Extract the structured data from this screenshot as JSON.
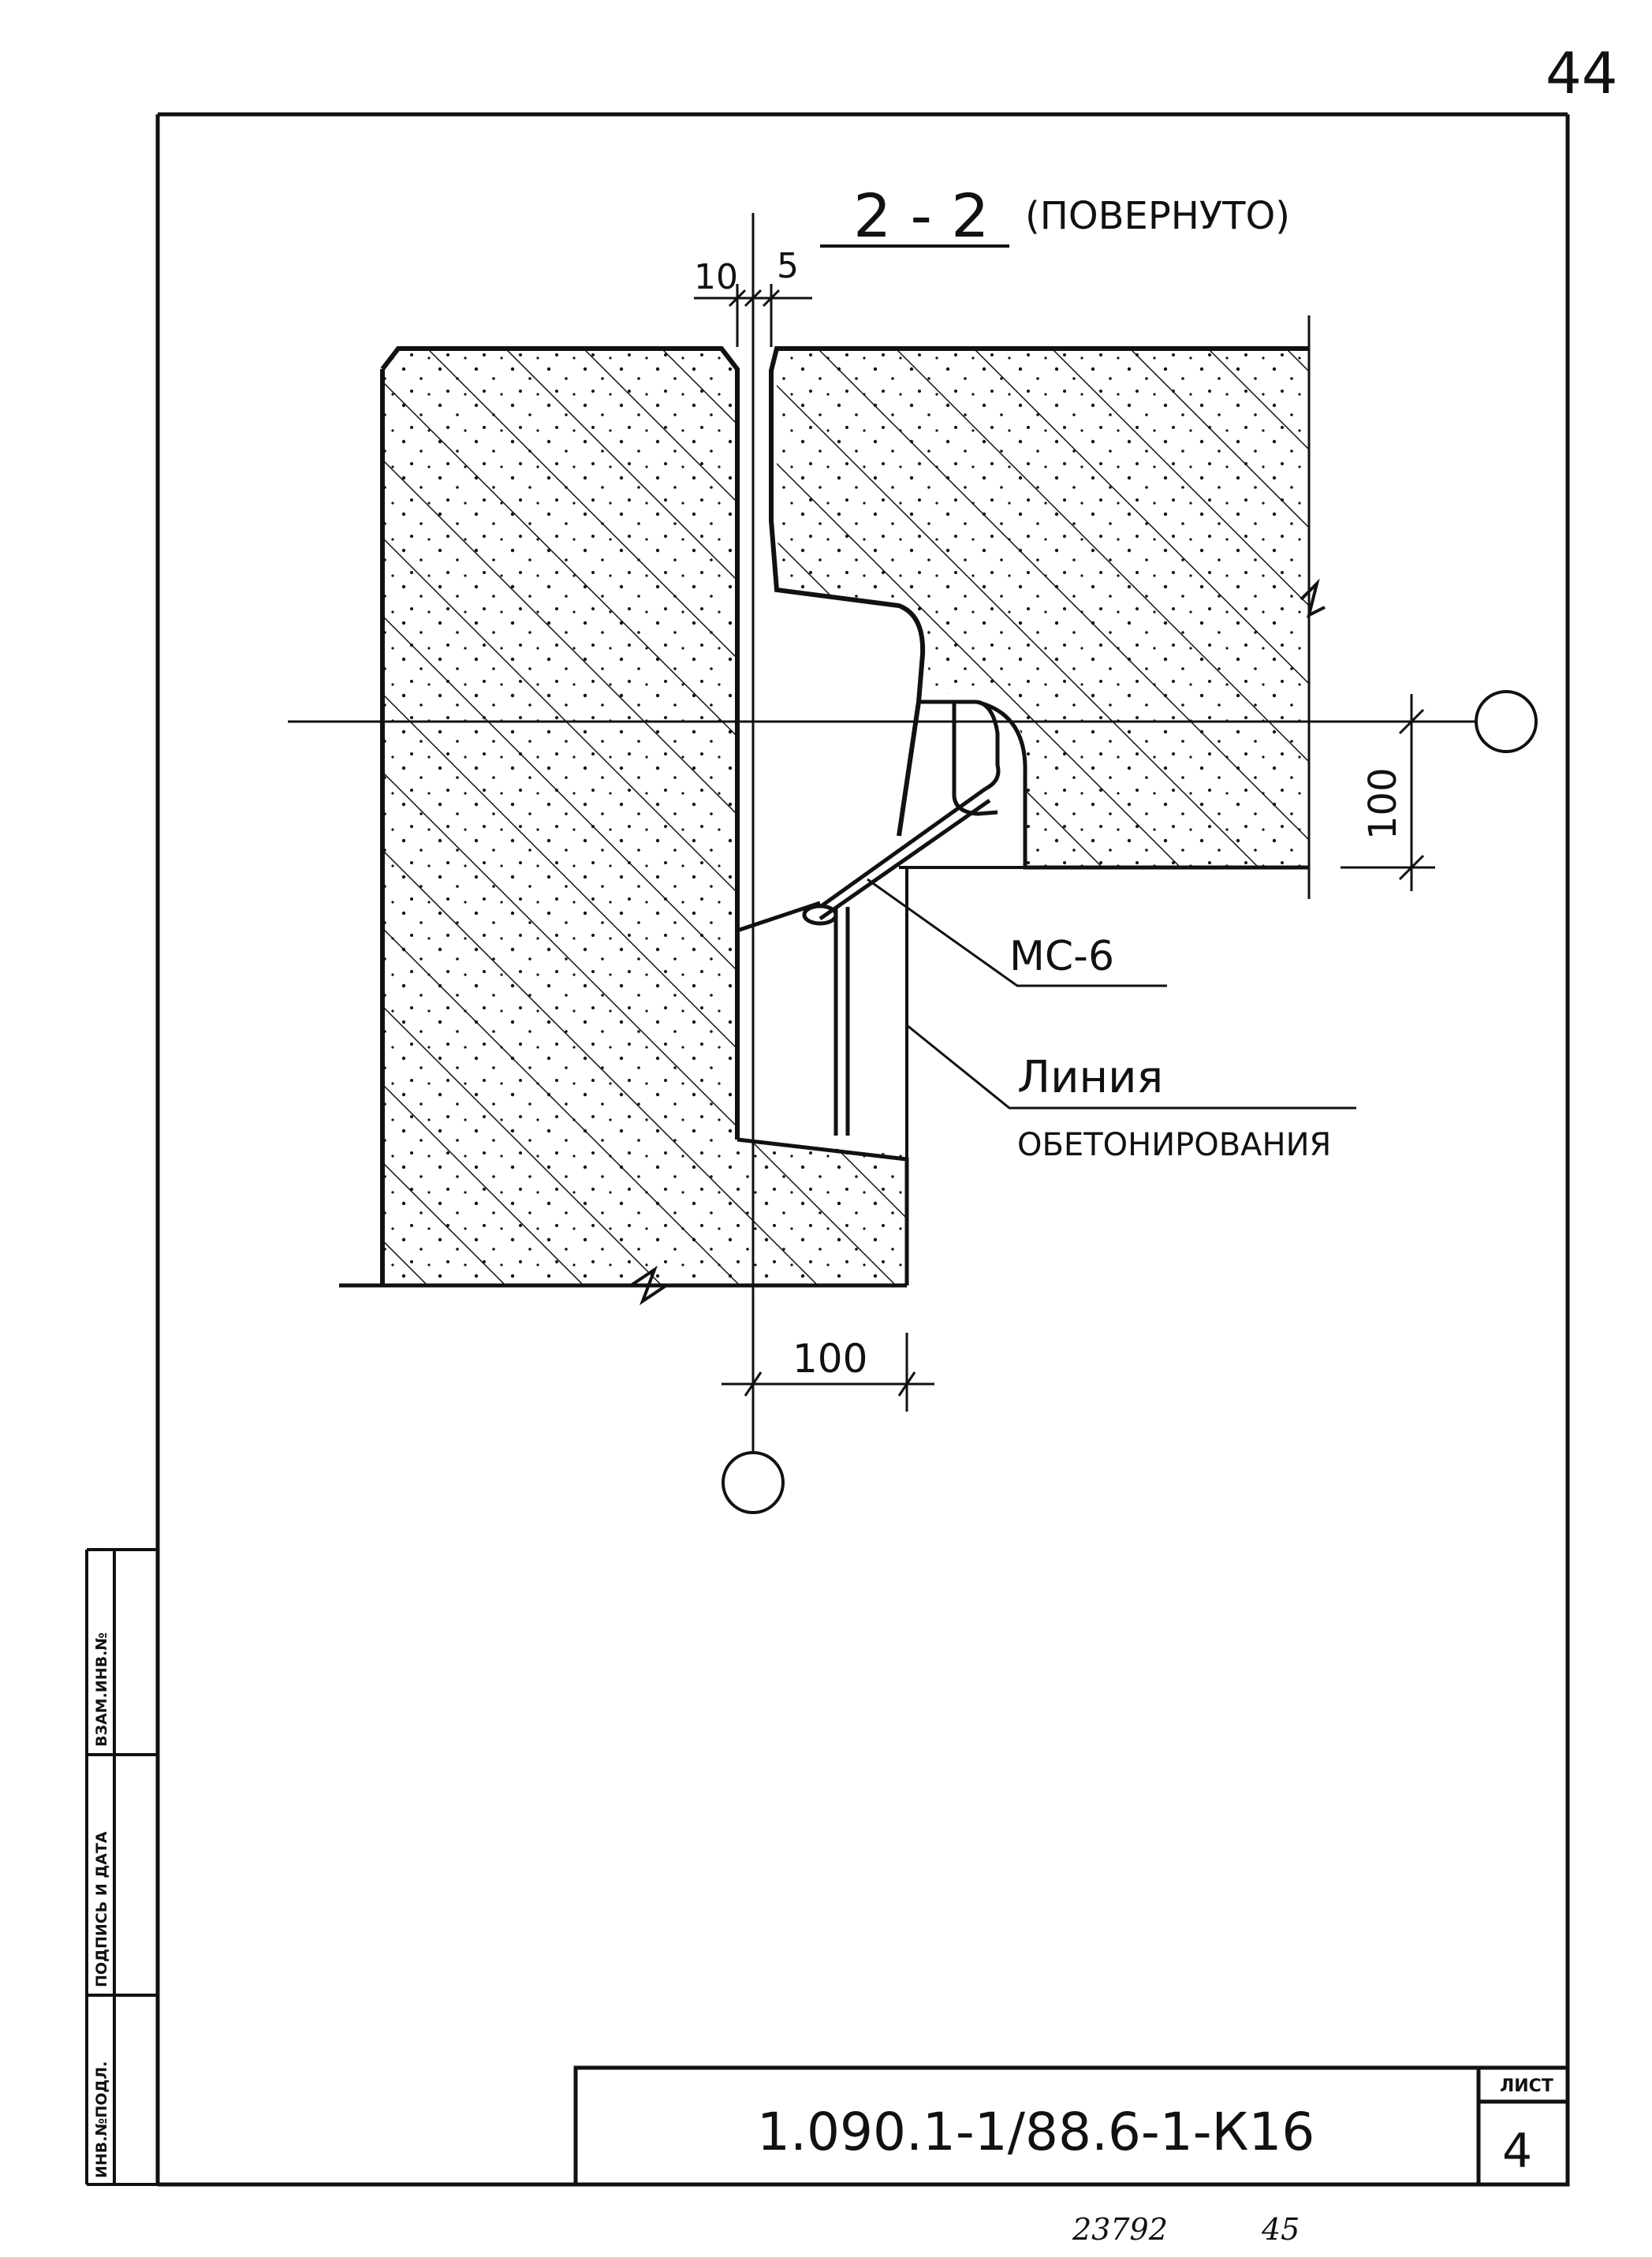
{
  "page_number": "44",
  "section": {
    "title": "2 - 2",
    "qualifier": "(ПОВЕРНУТО)"
  },
  "dimensions": {
    "gap_left": "10",
    "gap_right": "5",
    "bottom_offset": "100",
    "right_offset": "100"
  },
  "callouts": {
    "bar_mark": "МС-6",
    "concreting_line_1": "Линия",
    "concreting_line_2": "ОБЕТОНИРОВАНИЯ"
  },
  "stamp": {
    "cells": [
      "ВЗАМ.ИНВ.№",
      "ПОДПИСЬ И ДАТА",
      "ИНВ.№ПОДЛ."
    ]
  },
  "title_block": {
    "designation": "1.090.1-1/88.6-1-К16",
    "sheet_label": "ЛИСТ",
    "sheet_number": "4"
  },
  "footer": {
    "inventory_number": "23792",
    "copy_number": "45"
  },
  "colors": {
    "ink": "#111111",
    "paper": "#ffffff"
  }
}
